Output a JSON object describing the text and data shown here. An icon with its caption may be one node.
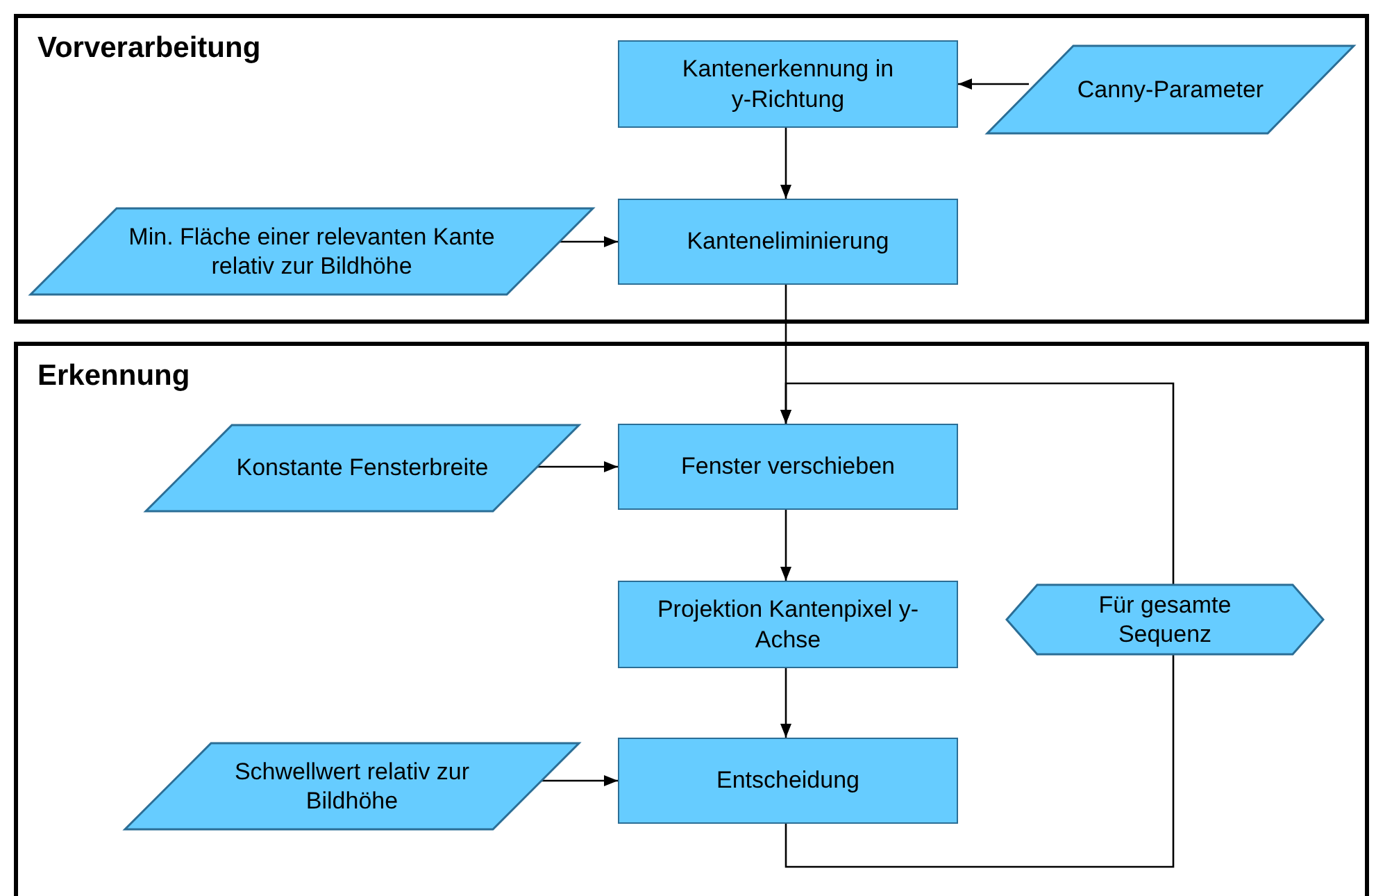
{
  "diagram": {
    "nodes": [
      {
        "text": [
          "Vorverarbeitung"
        ]
      },
      {
        "text": [
          "Kantenerkennung in y-Richtung"
        ],
        "in": 0
      },
      {
        "text": [
          "Canny-Parameter"
        ],
        "in": 0
      },
      {
        "text": [
          "Min. Fläche einer relevanten Kante relativ zur Bildhöhe"
        ],
        "in": 0
      },
      {
        "text": [
          "Kanteneliminierung"
        ],
        "in": 0
      },
      {
        "text": [
          "Erkennung"
        ]
      },
      {
        "text": [
          "Konstante Fensterbreite"
        ],
        "in": 5
      },
      {
        "text": [
          "Fenster verschieben"
        ],
        "in": 5
      },
      {
        "text": [
          "Projektion Kantenpixel y-Achse"
        ],
        "in": 5
      },
      {
        "text": [
          "Für gesamte Sequenz"
        ],
        "in": 5
      },
      {
        "text": [
          "Schwellwert relativ zur Bildhöhe"
        ],
        "in": 5
      },
      {
        "text": [
          "Entscheidung"
        ],
        "in": 5
      }
    ],
    "edges": [
      {
        "from": 2,
        "to": 1,
        "arrow": "to"
      },
      {
        "from": 1,
        "to": 4,
        "arrow": "to"
      },
      {
        "from": 3,
        "to": 4,
        "arrow": "to"
      },
      {
        "from": 4,
        "to": 7,
        "arrow": "to"
      },
      {
        "from": 6,
        "to": 7,
        "arrow": "to"
      },
      {
        "from": 7,
        "to": 8,
        "arrow": "to"
      },
      {
        "from": 8,
        "to": 11,
        "arrow": "to"
      },
      {
        "from": 10,
        "to": 11,
        "arrow": "to"
      },
      {
        "from": 11,
        "to": 9,
        "arrow": "none"
      },
      {
        "from": 9,
        "to": 7,
        "arrow": "to"
      }
    ]
  }
}
